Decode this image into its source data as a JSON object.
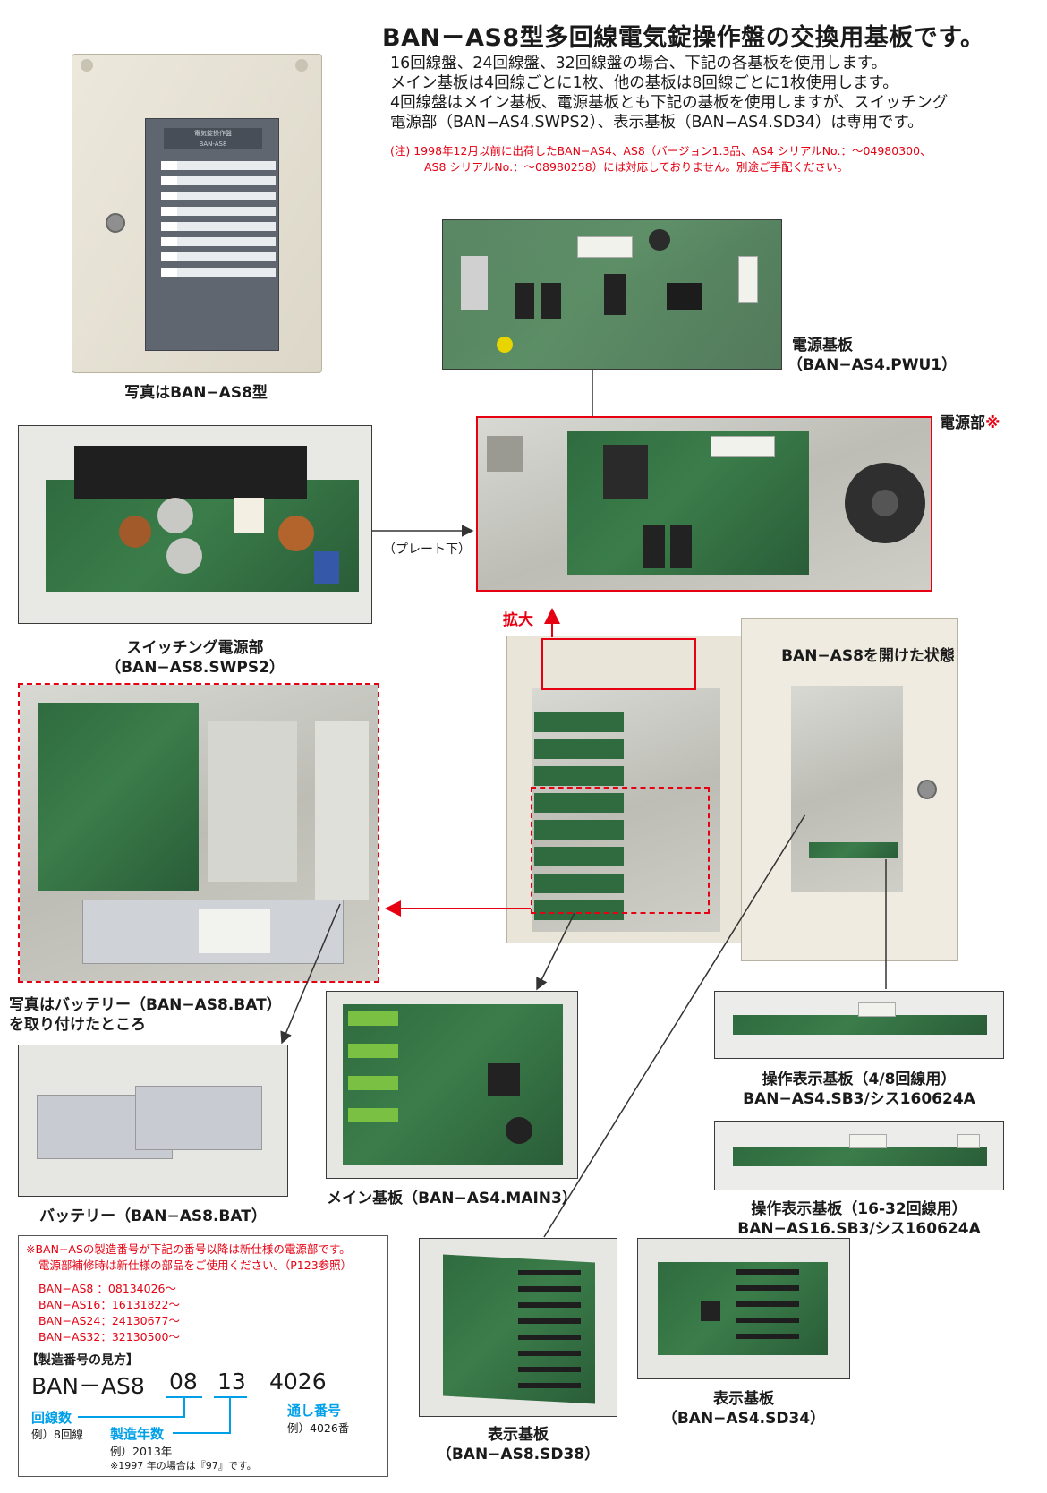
{
  "header": {
    "title": "BAN－AS8型多回線電気錠操作盤の交換用基板です。",
    "desc1": "16回線盤、24回線盤、32回線盤の場合、下記の各基板を使用します。",
    "desc2": "メイン基板は4回線ごとに1枚、他の基板は8回線ごとに1枚使用します。",
    "desc3": "4回線盤はメイン基板、電源基板とも下記の基板を使用しますが、スイッチング",
    "desc4": "電源部（BAN−AS4.SWPS2）、表示基板（BAN−AS4.SD34）は専用です。",
    "note1": "(注) 1998年12月以前に出荷したBAN−AS4、AS8（バージョン1.3品、AS4 シリアルNo.：〜04980300、",
    "note2": "AS8 シリアルNo.：〜08980258）には対応しておりません。別途ご手配ください。"
  },
  "labels": {
    "panel_caption": "写真はBAN−AS8型",
    "psu_board_name": "電源基板",
    "psu_board_model": "（BAN−AS4.PWU1）",
    "power_section": "電源部",
    "power_mark": "※",
    "plate_under": "（プレート下）",
    "switching_name": "スイッチング電源部",
    "switching_model": "（BAN−AS8.SWPS2）",
    "enlarge": "拡大",
    "open_state": "BAN−AS8を開けた状態",
    "battery_photo_line1": "写真はバッテリー（BAN−AS8.BAT）",
    "battery_photo_line2": "を取り付けたところ",
    "main_board": "メイン基板（BAN−AS4.MAIN3）",
    "sb3_48_line1": "操作表示基板（4/8回線用）",
    "sb3_48_line2": "BAN−AS4.SB3/シス160624A",
    "sb3_1632_line1": "操作表示基板（16-32回線用）",
    "sb3_1632_line2": "BAN−AS16.SB3/シス160624A",
    "battery": "バッテリー（BAN−AS8.BAT）",
    "sd38_name": "表示基板",
    "sd38_model": "（BAN−AS8.SD38）",
    "sd34": "表示基板（BAN−AS4.SD34）"
  },
  "serial_box": {
    "notice1": "※BAN−ASの製造番号が下記の番号以降は新仕様の電源部です。",
    "notice2": "電源部補修時は新仕様の部品をご使用ください。（P123参照）",
    "list": [
      "BAN−AS8 ：08134026〜",
      "BAN−AS16：16131822〜",
      "BAN−AS24：24130677〜",
      "BAN−AS32：32130500〜"
    ],
    "how_to_read": "【製造番号の見方】",
    "model_code": "BAN－AS8",
    "part_circuits": "08",
    "part_year": "13",
    "part_serial": "4026",
    "label_circuits": "回線数",
    "example_circuits": "例）8回線",
    "label_year": "製造年数",
    "example_year": "例）2013年",
    "year_note": "※1997 年の場合は『97』です。",
    "label_serial": "通し番号",
    "example_serial": "例）4026番"
  },
  "panel_face": {
    "nameplate1": "電気錠操作盤",
    "nameplate2": "BAN-AS8"
  },
  "colors": {
    "accent_red": "#e60012",
    "accent_blue": "#00a0e9"
  }
}
